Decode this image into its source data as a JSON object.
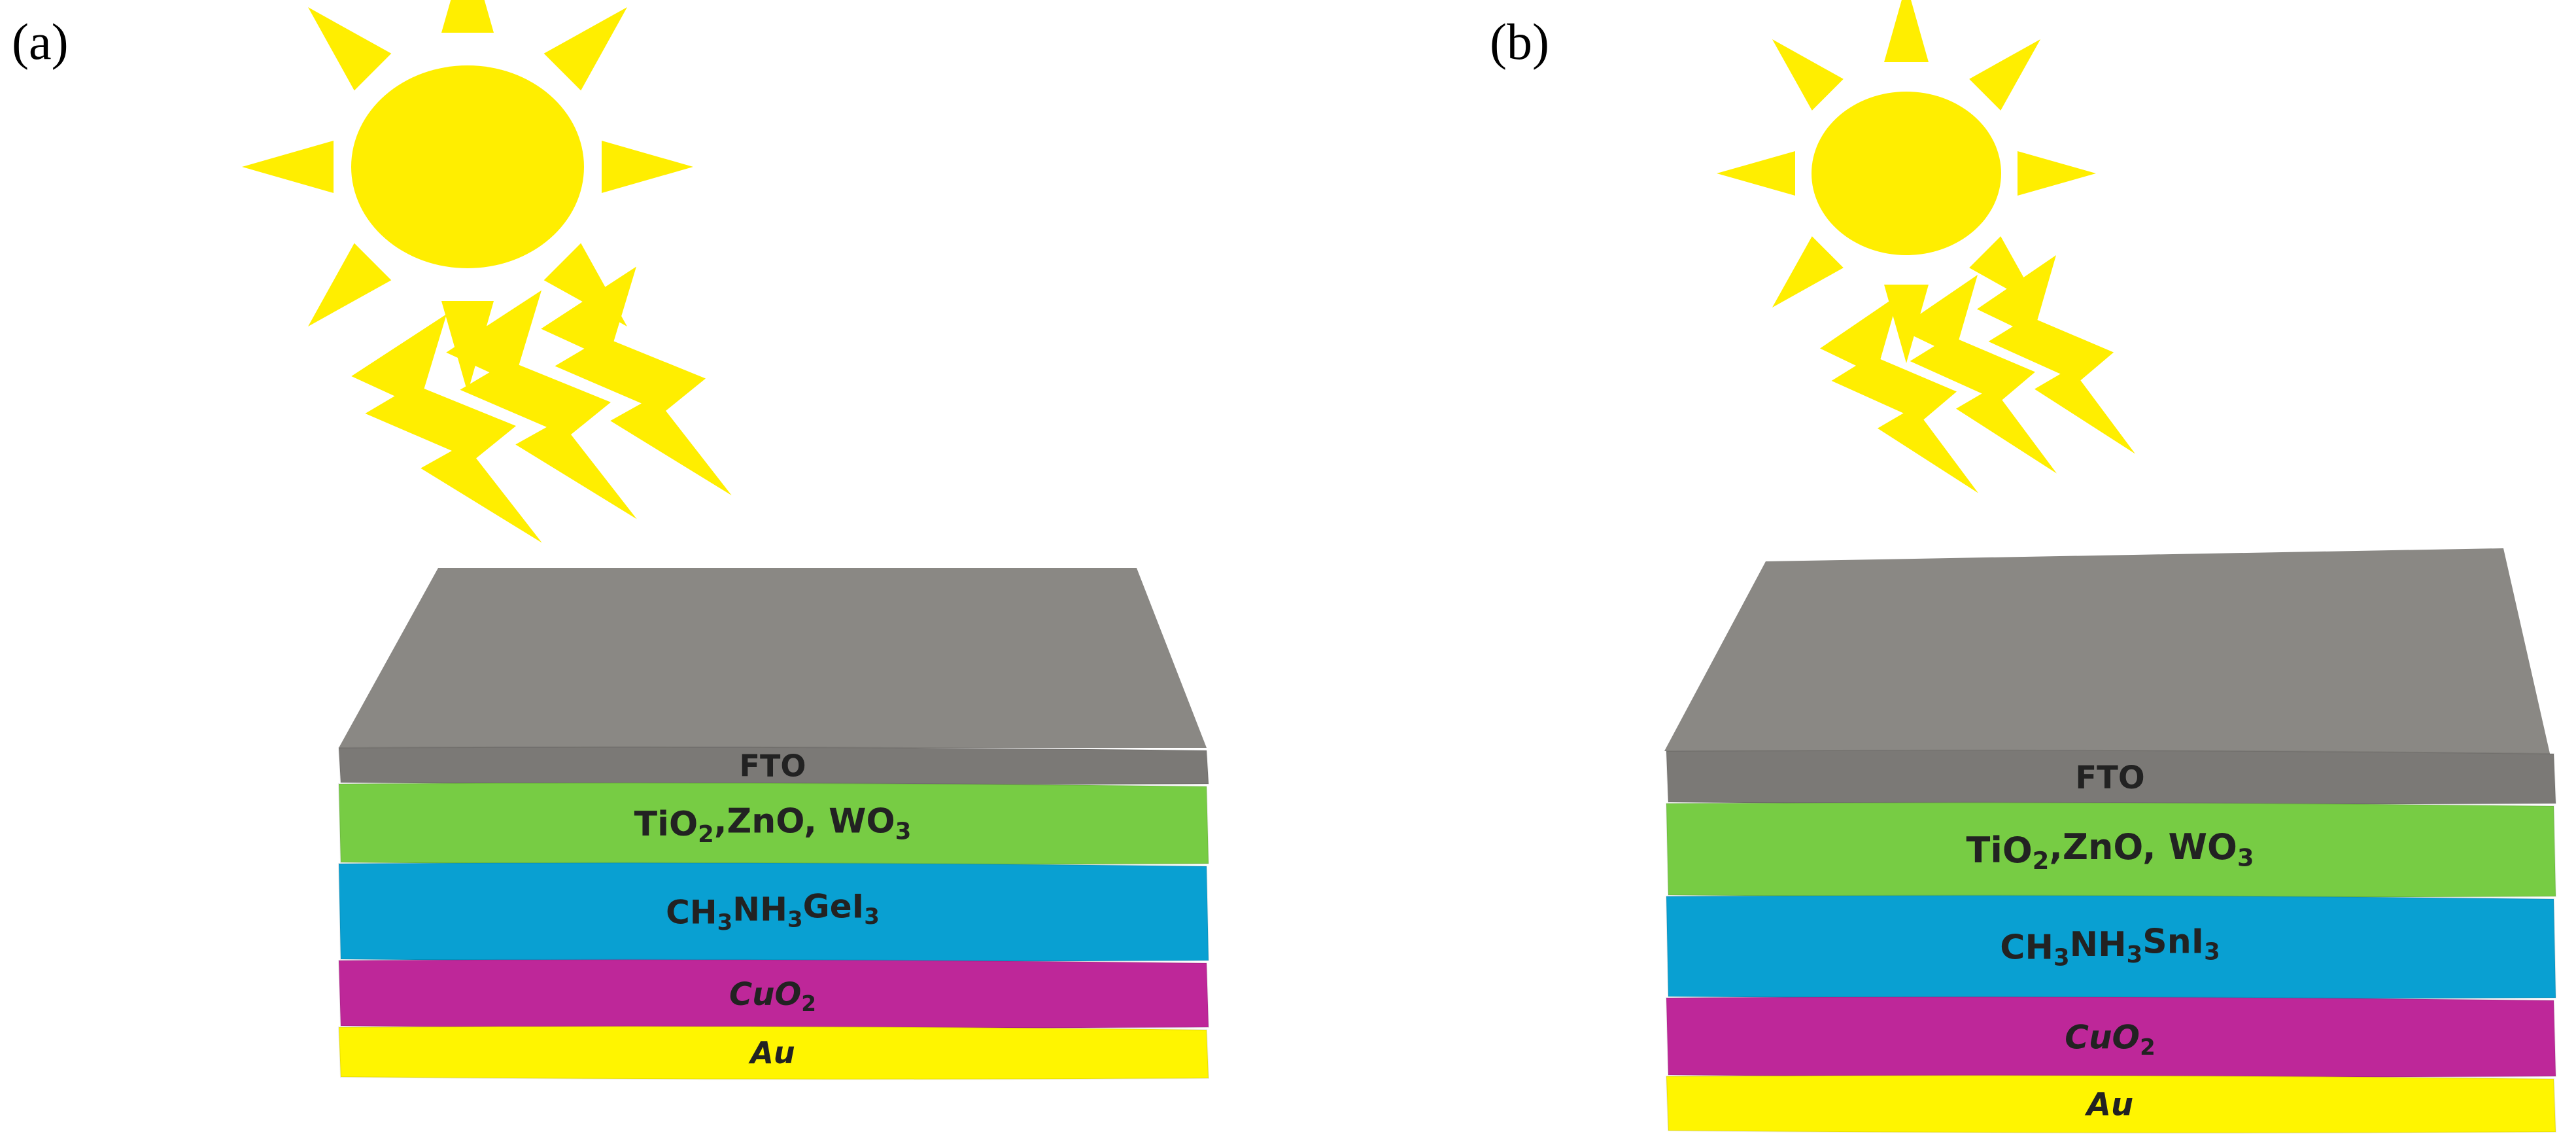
{
  "colors": {
    "sun": "#FFEE00",
    "fto_top": "#8A8884",
    "fto_side": "#7B7976",
    "etl": "#77CC44",
    "perovskite": "#09A0D2",
    "htl": "#BE2799",
    "electrode": "#FFF500"
  },
  "panels": [
    {
      "id": "a",
      "label": "(a)",
      "layers": [
        {
          "key": "fto",
          "text": "FTO",
          "color_key": "fto_side"
        },
        {
          "key": "etl",
          "parts": [
            {
              "t": "TiO"
            },
            {
              "t": "2",
              "sub": true
            },
            {
              "t": ",ZnO, WO"
            },
            {
              "t": "3",
              "sub": true
            }
          ],
          "color_key": "etl"
        },
        {
          "key": "perovskite",
          "parts": [
            {
              "t": "CH"
            },
            {
              "t": "3",
              "sub": true
            },
            {
              "t": "NH"
            },
            {
              "t": "3",
              "sub": true
            },
            {
              "t": "GeI"
            },
            {
              "t": "3",
              "sub": true
            }
          ],
          "color_key": "perovskite"
        },
        {
          "key": "htl",
          "parts": [
            {
              "t": "CuO"
            },
            {
              "t": "2",
              "sub": true
            }
          ],
          "italic_main": true,
          "color_key": "htl"
        },
        {
          "key": "electrode",
          "text": "Au",
          "italic": true,
          "color_key": "electrode"
        }
      ]
    },
    {
      "id": "b",
      "label": "(b)",
      "layers": [
        {
          "key": "fto",
          "text": "FTO",
          "color_key": "fto_side"
        },
        {
          "key": "etl",
          "parts": [
            {
              "t": "TiO"
            },
            {
              "t": "2",
              "sub": true
            },
            {
              "t": ",ZnO, WO"
            },
            {
              "t": "3",
              "sub": true
            }
          ],
          "color_key": "etl"
        },
        {
          "key": "perovskite",
          "parts": [
            {
              "t": "CH"
            },
            {
              "t": "3",
              "sub": true
            },
            {
              "t": "NH"
            },
            {
              "t": "3",
              "sub": true
            },
            {
              "t": "SnI"
            },
            {
              "t": "3",
              "sub": true
            }
          ],
          "color_key": "perovskite"
        },
        {
          "key": "htl",
          "parts": [
            {
              "t": "CuO"
            },
            {
              "t": "2",
              "sub": true
            }
          ],
          "italic_main": true,
          "color_key": "htl"
        },
        {
          "key": "electrode",
          "text": "Au",
          "italic": true,
          "color_key": "electrode"
        }
      ]
    }
  ]
}
